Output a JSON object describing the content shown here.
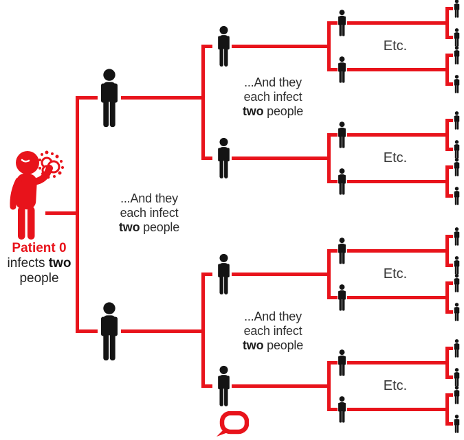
{
  "palette": {
    "red": "#e8131b",
    "black": "#141414",
    "text": "#2e2e2e",
    "etc_text": "#3a3a3a"
  },
  "texts": {
    "patient_label": {
      "title": "Patient 0",
      "line2_prefix": "infects ",
      "line2_bold": "two",
      "line3": "people"
    },
    "infect_note": {
      "line1": "...And they",
      "line2": "each infect",
      "line3_bold": "two",
      "line3_suffix": " people"
    },
    "etc_label": "Etc."
  },
  "diagram": {
    "type": "binary-infection-tree",
    "root": "Patient 0",
    "infections_per_person": 2,
    "generation_counts": [
      1,
      2,
      4,
      8,
      16
    ],
    "note_placements": [
      "between-generation-1",
      "between-generation-2-top",
      "between-generation-2-bottom"
    ],
    "etc_group_count": 4
  },
  "icons": {
    "patient": "sneezing-person-icon",
    "person": "person-icon",
    "logo": "speech-bubble-logo"
  }
}
